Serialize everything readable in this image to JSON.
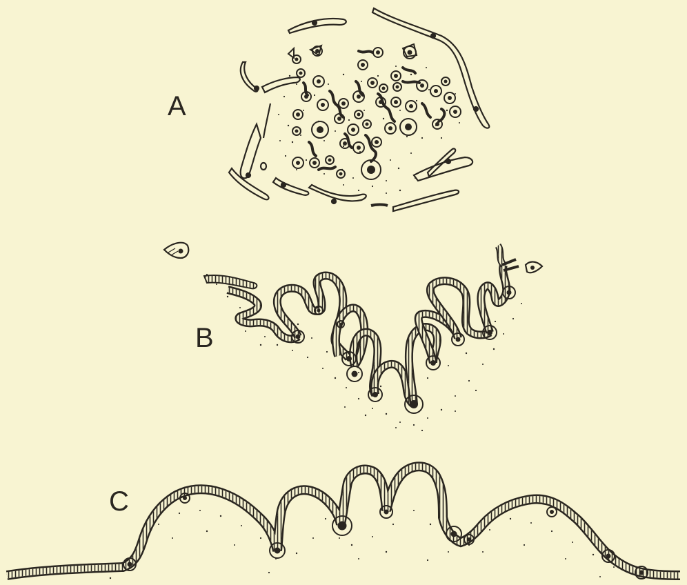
{
  "figure": {
    "background": "#f8f4d2",
    "ink": "#2a2620",
    "panels": [
      {
        "id": "A",
        "label": "A"
      },
      {
        "id": "B",
        "label": "B"
      },
      {
        "id": "C",
        "label": "C"
      }
    ]
  }
}
